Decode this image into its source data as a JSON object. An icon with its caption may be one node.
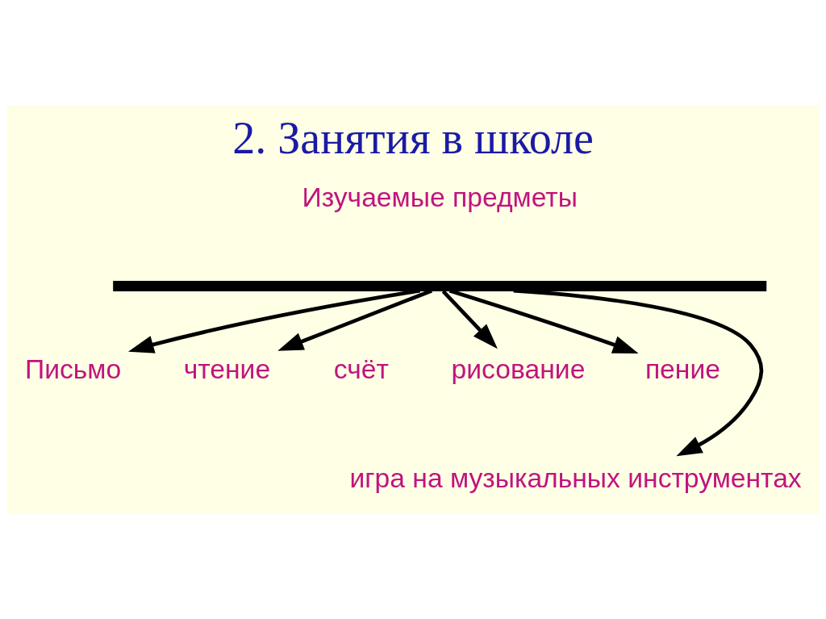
{
  "diagram": {
    "title": "2. Занятия в школе",
    "nodes": [
      {
        "text": [
          "Изучаемые предметы"
        ]
      },
      {
        "text": [],
        "shape": "bar"
      },
      {
        "text": [
          "Письмо"
        ]
      },
      {
        "text": [
          "чтение"
        ]
      },
      {
        "text": [
          "счёт"
        ]
      },
      {
        "text": [
          "рисование"
        ]
      },
      {
        "text": [
          "пение"
        ]
      },
      {
        "text": [
          "игра на музыкальных инструментах"
        ]
      }
    ],
    "edges": [
      {
        "from": 1,
        "to": 2,
        "arrow": "to"
      },
      {
        "from": 1,
        "to": 3,
        "arrow": "to"
      },
      {
        "from": 1,
        "to": 7,
        "arrow": "to"
      },
      {
        "from": 1,
        "to": 5,
        "arrow": "to"
      },
      {
        "from": 1,
        "to": 6,
        "arrow": "to"
      }
    ]
  }
}
